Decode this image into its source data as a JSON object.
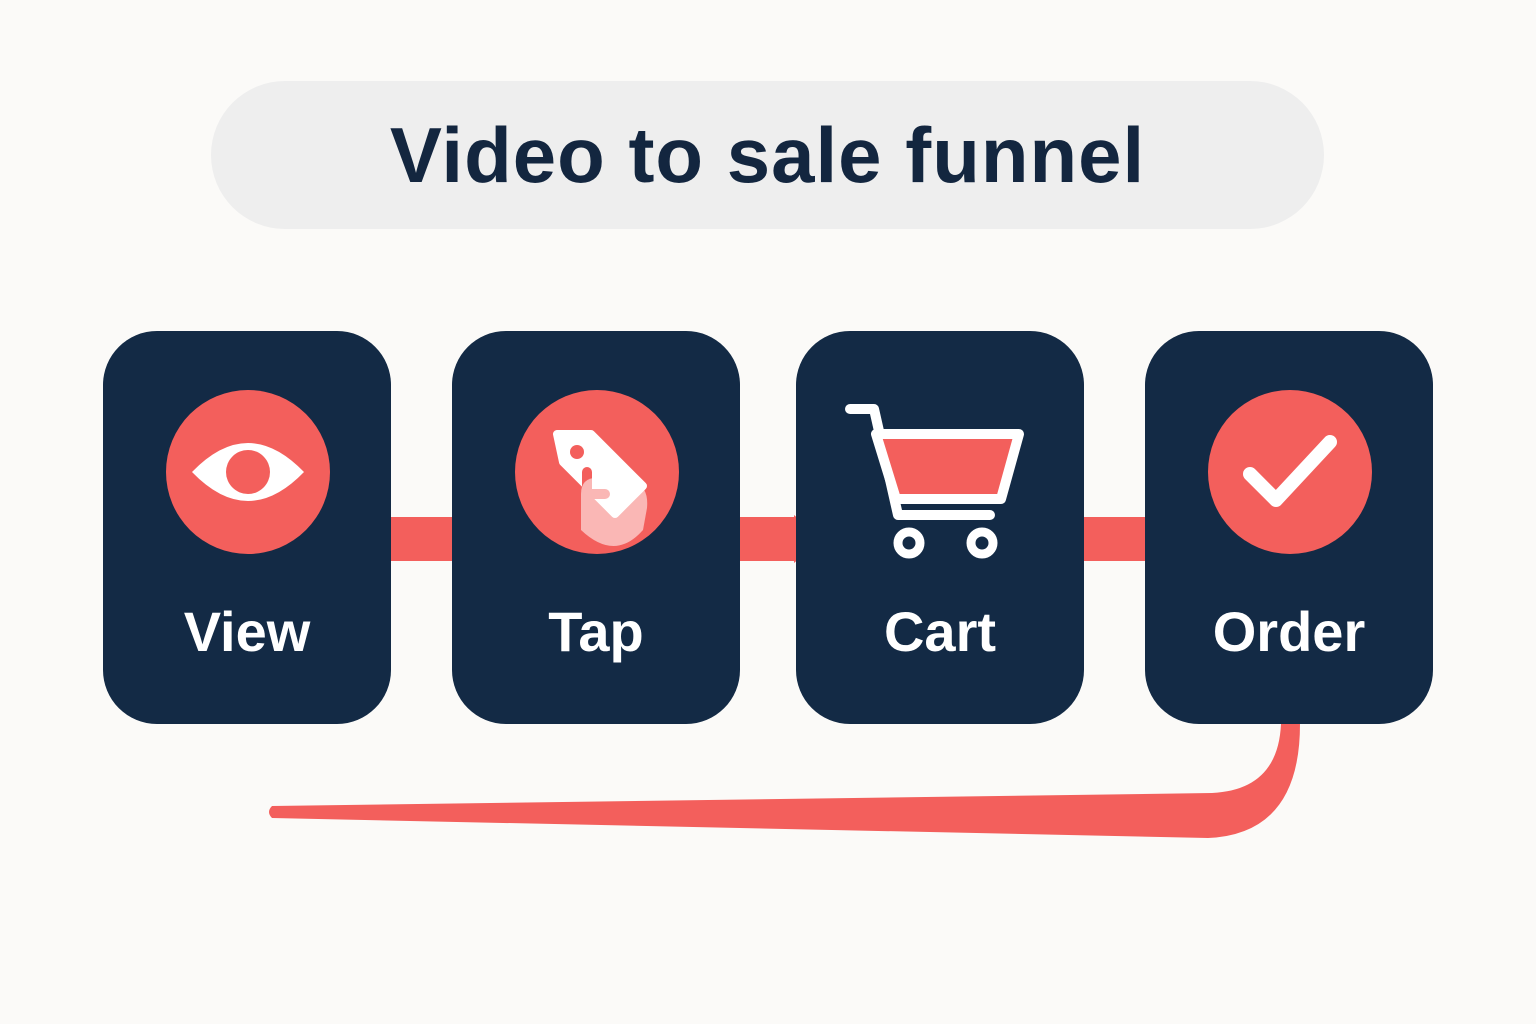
{
  "title": "Video to sale funnel",
  "colors": {
    "background": "#fbfaf8",
    "title_pill": "#eeeeee",
    "title_text": "#13263f",
    "card": "#132a45",
    "accent": "#f35f5c",
    "label": "#ffffff"
  },
  "steps": [
    {
      "label": "View",
      "icon": "eye-icon"
    },
    {
      "label": "Tap",
      "icon": "tap-tag-icon"
    },
    {
      "label": "Cart",
      "icon": "cart-icon"
    },
    {
      "label": "Order",
      "icon": "checkmark-icon"
    }
  ]
}
